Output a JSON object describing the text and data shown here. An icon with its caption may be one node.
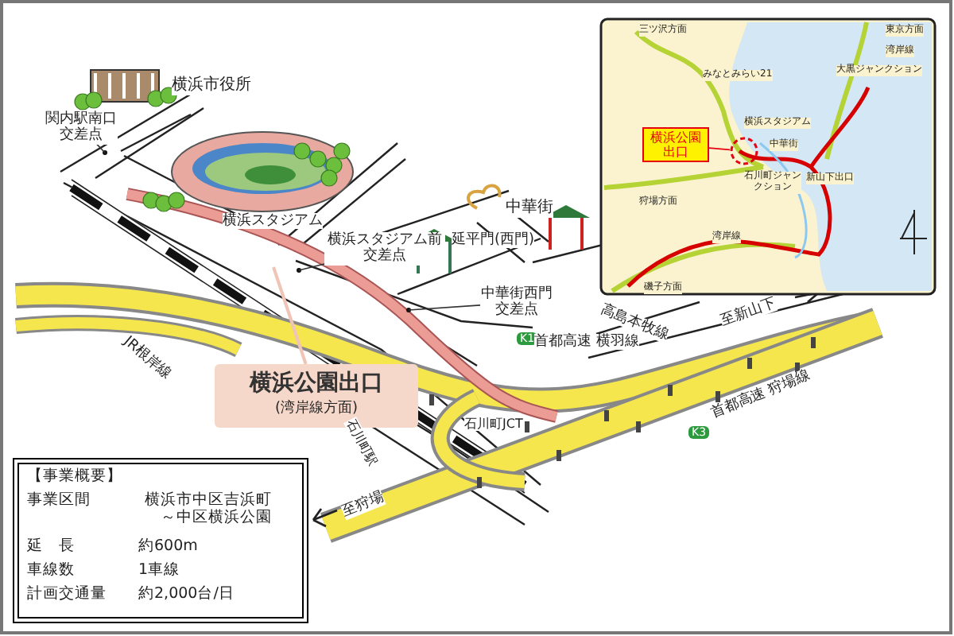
{
  "diagram": {
    "nodes": [
      {
        "text": [
          "横浜公園出口",
          "(湾岸線方面)"
        ]
      },
      {
        "text": [
          "関内駅南口交差点"
        ]
      },
      {
        "text": [
          "横浜スタジアム前交差点"
        ]
      },
      {
        "text": [
          "中華街西門交差点"
        ]
      },
      {
        "text": [
          "横浜公園出口"
        ]
      },
      {
        "text": [],
        "shape": "circle"
      },
      {
        "text": [
          "【事業概要】",
          "事業区間",
          "横浜市中区吉浜町～中区横浜公園",
          "延　長",
          "約600m",
          "車線数",
          "1車線",
          "計画交通量",
          "約2,000台/日"
        ]
      }
    ],
    "edges": [
      {
        "from": 0,
        "to": null,
        "arrow": "none",
        "color": "#f0c4b6"
      },
      {
        "from": 1,
        "to": null,
        "arrow": "none"
      },
      {
        "from": 2,
        "to": null,
        "arrow": "none"
      },
      {
        "from": 3,
        "to": null,
        "arrow": "none"
      },
      {
        "from": 4,
        "to": 5,
        "arrow": "none",
        "color": "#e60012"
      }
    ],
    "labels": [
      "横浜市役所",
      "横浜スタジアム",
      "中華街",
      "延平門(西門)",
      "JR根岸線",
      "K1",
      "首都高速 横羽線",
      "高島本牧線",
      "至新山下",
      "石川町JCT",
      "石川町駅",
      "K3",
      "首都高速 狩場線",
      "至狩場",
      "三ツ沢方面",
      "東京方面",
      "湾岸線",
      "大黒ジャンクション",
      "みなとみらい21",
      "横浜スタジアム",
      "中華街",
      "石川町ジャンクション",
      "新山下出口",
      "狩場方面",
      "湾岸線",
      "磯子方面"
    ]
  }
}
